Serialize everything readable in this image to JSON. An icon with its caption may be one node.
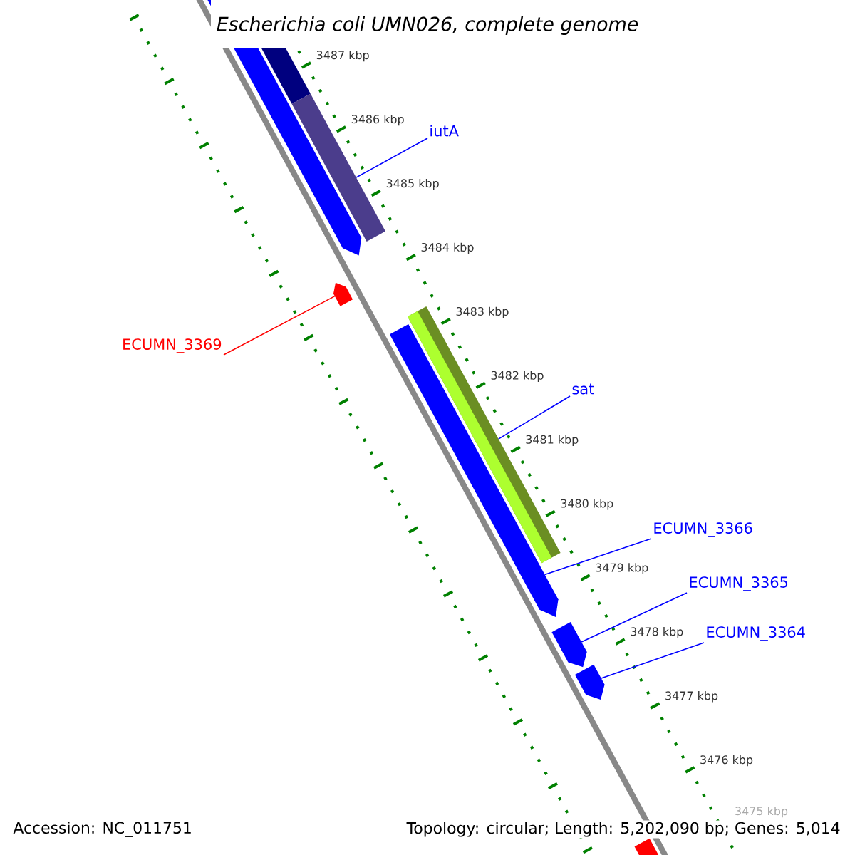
{
  "diagram": {
    "title": "Escherichia coli UMN026, complete genome",
    "nodes": [
      {
        "text": [
          "iutA"
        ]
      },
      {
        "text": [],
        "shape": "bar"
      },
      {
        "text": [
          "ECUMN_3369"
        ]
      },
      {
        "text": [],
        "shape": "arrow"
      },
      {
        "text": [
          "sat"
        ]
      },
      {
        "text": [],
        "shape": "bar"
      },
      {
        "text": [
          "ECUMN_3366"
        ]
      },
      {
        "text": [],
        "shape": "arrow"
      },
      {
        "text": [
          "ECUMN_3365"
        ]
      },
      {
        "text": [],
        "shape": "arrow"
      },
      {
        "text": [
          "ECUMN_3364"
        ]
      },
      {
        "text": [],
        "shape": "arrow"
      }
    ],
    "edges": [
      {
        "from": 0,
        "to": 1,
        "arrow": "none"
      },
      {
        "from": 2,
        "to": 3,
        "arrow": "none",
        "color": "#ff0000"
      },
      {
        "from": 4,
        "to": 5,
        "arrow": "none"
      },
      {
        "from": 6,
        "to": 7,
        "arrow": "none"
      },
      {
        "from": 8,
        "to": 9,
        "arrow": "none"
      },
      {
        "from": 10,
        "to": 11,
        "arrow": "none"
      }
    ],
    "labels": [
      "3487 kbp",
      "3486 kbp",
      "3485 kbp",
      "3484 kbp",
      "3483 kbp",
      "3482 kbp",
      "3481 kbp",
      "3480 kbp",
      "3479 kbp",
      "3478 kbp",
      "3477 kbp",
      "3476 kbp",
      "3475 kbp",
      "Accession: NC_011751",
      "Topology: circular; Length: 5,202,090 bp; Genes: 5,014"
    ]
  }
}
